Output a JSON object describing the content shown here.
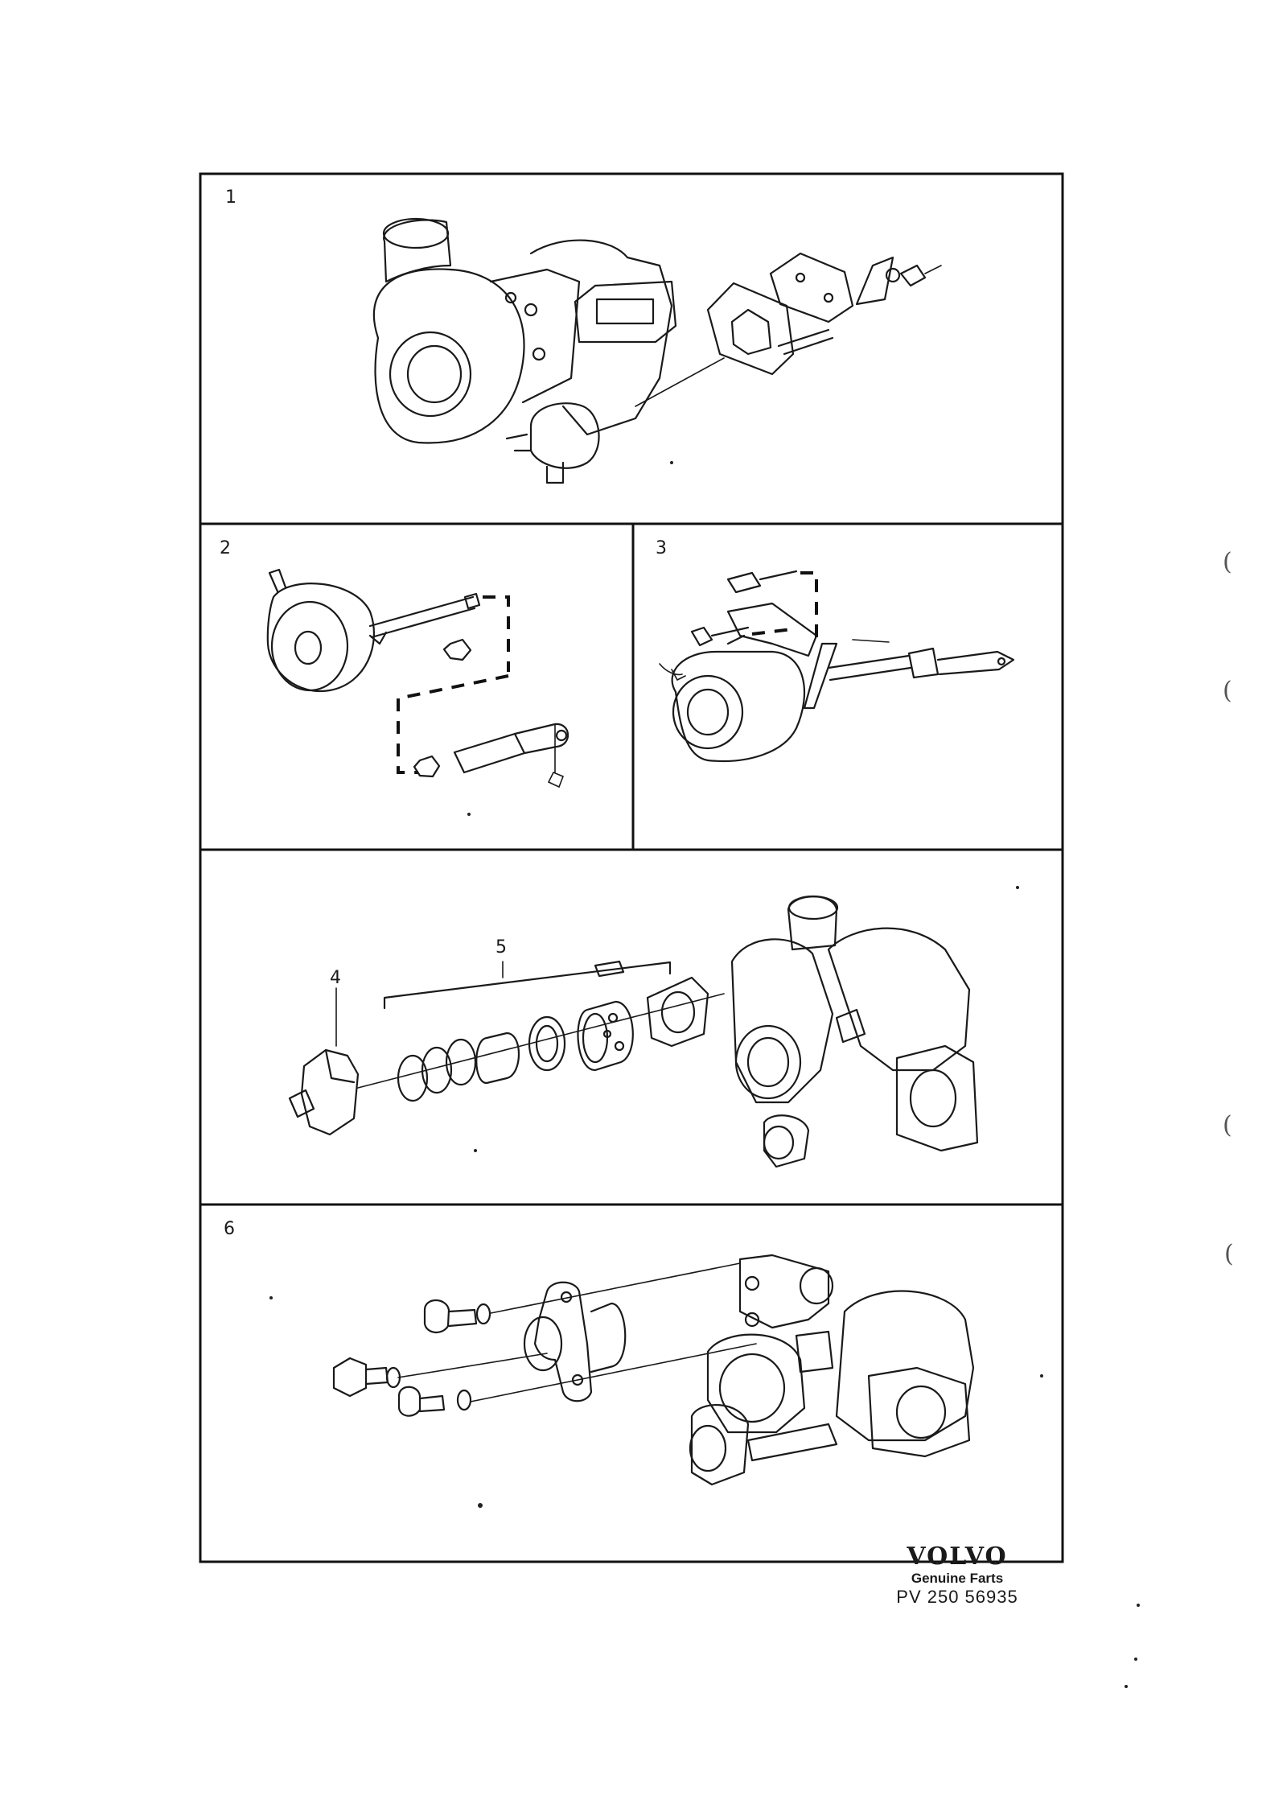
{
  "panels": [
    {
      "label": "1"
    },
    {
      "label": "2"
    },
    {
      "label": "3"
    },
    {
      "label": "",
      "callouts": [
        "4",
        "5"
      ]
    },
    {
      "label": "6"
    }
  ],
  "margin_marks": [
    "(",
    "(",
    "(",
    "("
  ],
  "footer": {
    "brand": "VOLVO",
    "tagline": "Genuine Farts",
    "code": "PV 250  56935"
  }
}
